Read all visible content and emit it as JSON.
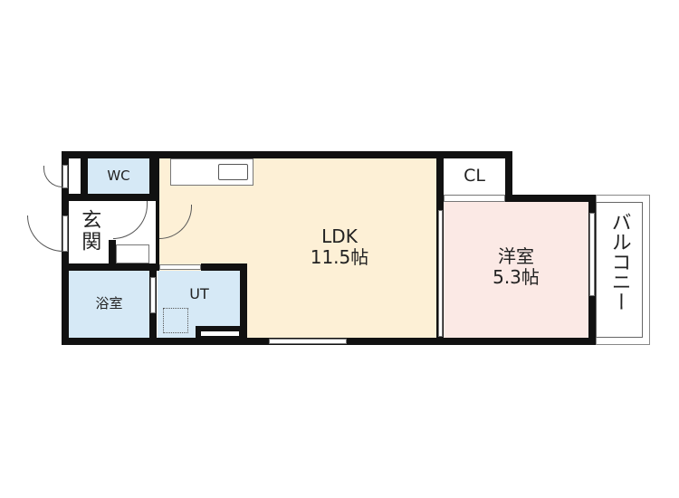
{
  "rooms": {
    "wc": "WC",
    "entrance": "玄関",
    "bath": "浴室",
    "ut": "UT",
    "ldk": {
      "name": "LDK",
      "size": "11.5帖"
    },
    "closet": "CL",
    "western": {
      "name": "洋室",
      "size": "5.3帖"
    },
    "balcony": "バルコニー"
  },
  "colors": {
    "ldk": "#fdf0d6",
    "western": "#fbe9e5",
    "wet": "#d6e9f6",
    "wall": "#111111"
  }
}
